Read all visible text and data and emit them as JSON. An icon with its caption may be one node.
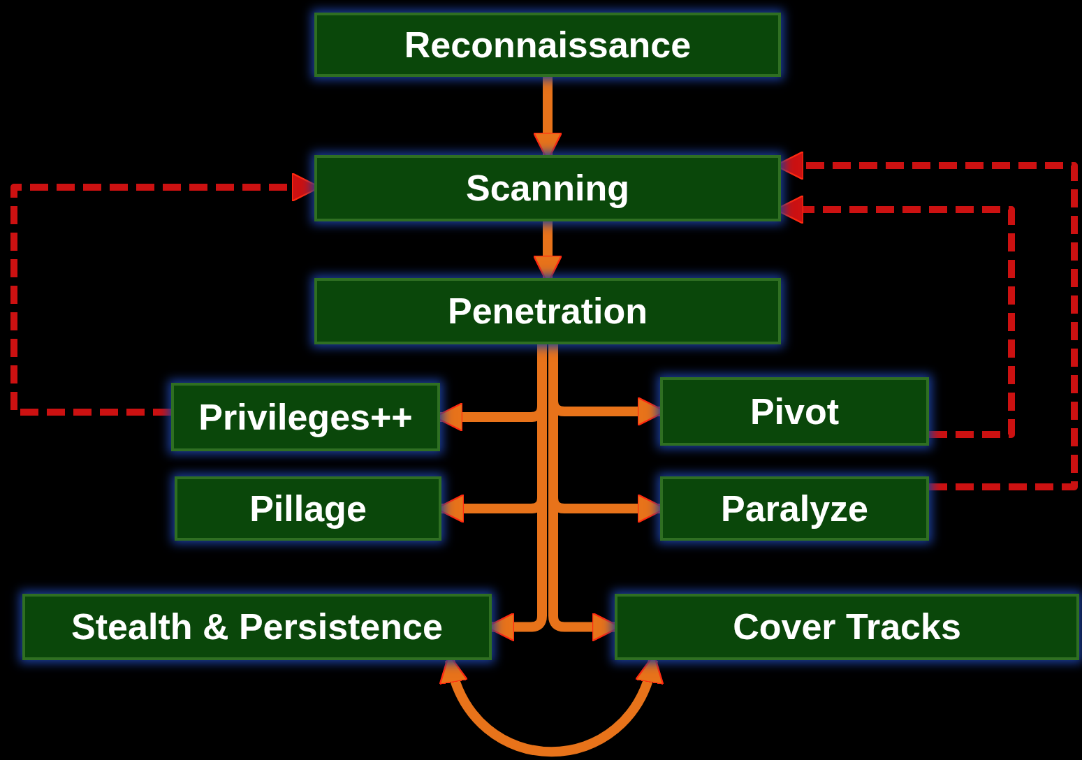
{
  "diagram": {
    "nodes": [
      {
        "text": [
          "Reconnaissance"
        ]
      },
      {
        "text": [
          "Scanning"
        ]
      },
      {
        "text": [
          "Penetration"
        ]
      },
      {
        "text": [
          "Privileges++"
        ]
      },
      {
        "text": [
          "Pivot"
        ]
      },
      {
        "text": [
          "Pillage"
        ]
      },
      {
        "text": [
          "Paralyze"
        ]
      },
      {
        "text": [
          "Stealth & Persistence"
        ]
      },
      {
        "text": [
          "Cover Tracks"
        ]
      }
    ],
    "edges": [
      {
        "from": 0,
        "to": 1,
        "arrow": "to"
      },
      {
        "from": 1,
        "to": 2,
        "arrow": "to"
      },
      {
        "from": 2,
        "to": 3,
        "arrow": "to"
      },
      {
        "from": 2,
        "to": 4,
        "arrow": "to"
      },
      {
        "from": 2,
        "to": 5,
        "arrow": "to"
      },
      {
        "from": 2,
        "to": 6,
        "arrow": "to"
      },
      {
        "from": 2,
        "to": 7,
        "arrow": "to"
      },
      {
        "from": 2,
        "to": 8,
        "arrow": "to"
      },
      {
        "from": 7,
        "to": 8,
        "arrow": "both"
      },
      {
        "from": 3,
        "to": 1,
        "arrow": "to",
        "style": "dashed",
        "color": "#cc1111"
      },
      {
        "from": 4,
        "to": 1,
        "arrow": "to",
        "style": "dashed",
        "color": "#cc1111"
      },
      {
        "from": 6,
        "to": 1,
        "arrow": "to",
        "style": "dashed",
        "color": "#cc1111"
      }
    ]
  }
}
